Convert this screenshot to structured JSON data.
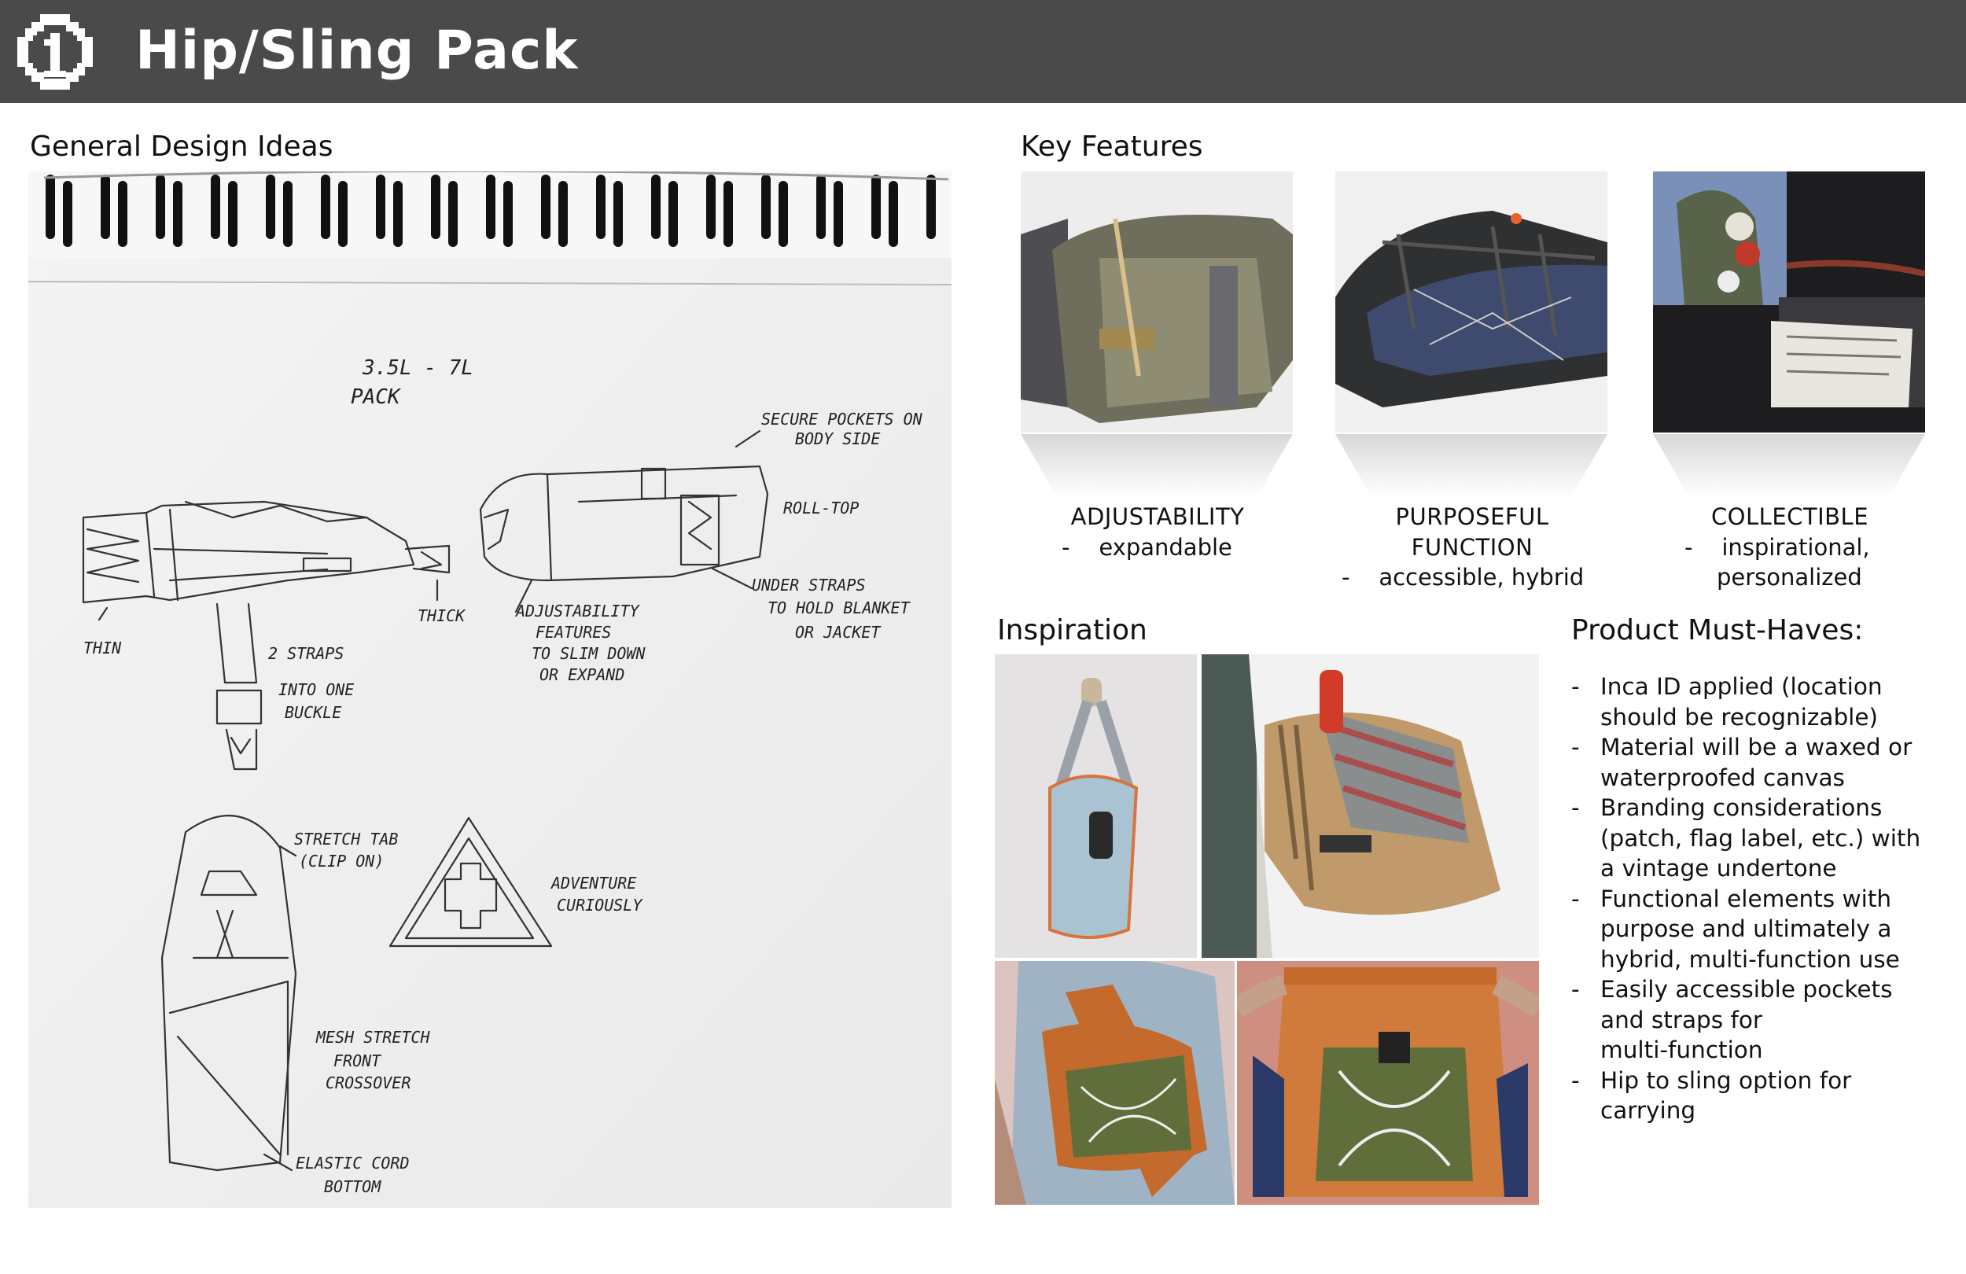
{
  "header": {
    "title": "Hip/Sling Pack",
    "background_color": "#4a4a4a",
    "logo_icon": "inca-id-logo-icon"
  },
  "general_design": {
    "title": "General Design Ideas",
    "sketch_notes": [
      "3.5L - 7L",
      "PACK",
      "SECURE POCKETS ON",
      "BODY SIDE",
      "ROLL-TOP",
      "THIN",
      "THICK",
      "ADJUSTABILITY",
      "FEATURES",
      "TO SLIM DOWN",
      "OR EXPAND",
      "UNDER STRAPS",
      "TO HOLD BLANKET",
      "OR JACKET",
      "2 STRAPS",
      "INTO ONE",
      "BUCKLE",
      "STRETCH TAB",
      "(CLIP ON)",
      "ADVENTURE",
      "CURIOUSLY",
      "MESH STRETCH",
      "FRONT",
      "CROSSOVER",
      "ELASTIC CORD",
      "BOTTOM"
    ]
  },
  "key_features": {
    "title": "Key Features",
    "items": [
      {
        "label_lines": [
          "ADJUSTABILITY"
        ],
        "bullet": "-",
        "detail_lines": [
          "expandable"
        ]
      },
      {
        "label_lines": [
          "PURPOSEFUL",
          "FUNCTION"
        ],
        "bullet": "-",
        "detail_lines": [
          "accessible, hybrid"
        ]
      },
      {
        "label_lines": [
          "COLLECTIBLE"
        ],
        "bullet": "-",
        "detail_lines": [
          "inspirational,",
          "personalized"
        ]
      }
    ]
  },
  "inspiration": {
    "title": "Inspiration"
  },
  "must_haves": {
    "title": "Product Must-Haves:",
    "bullet": "-",
    "items": [
      [
        "Inca ID applied (location",
        "should be recognizable)"
      ],
      [
        "Material will be a waxed or",
        "waterproofed canvas"
      ],
      [
        "Branding considerations",
        "(patch, flag label, etc.) with",
        "a vintage undertone"
      ],
      [
        "Functional elements with",
        "purpose and ultimately a",
        "hybrid, multi-function use"
      ],
      [
        "Easily accessible pockets",
        "and straps for",
        "multi-function"
      ],
      [
        "Hip to sling option for",
        "carrying"
      ]
    ]
  }
}
